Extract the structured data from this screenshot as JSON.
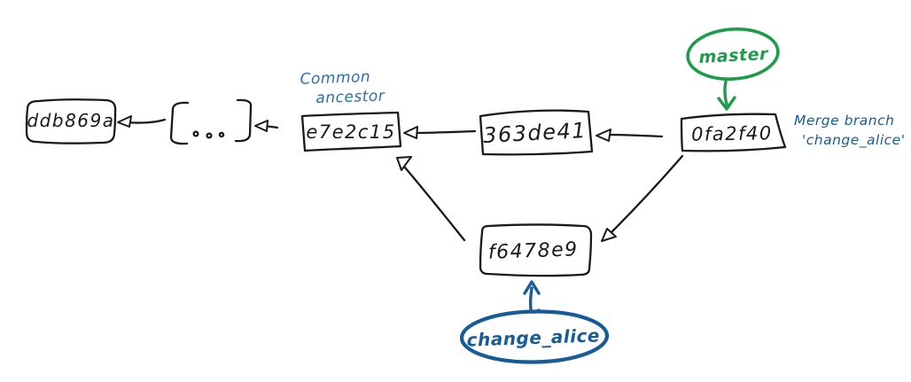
{
  "colors": {
    "ink": "#191919",
    "green": "#1e9b4b",
    "blue": "#175c99",
    "label_blue": "#2a6eb0"
  },
  "commits": {
    "ddb869a": {
      "label": "ddb869a"
    },
    "ellipsis": {
      "label": "[...]"
    },
    "e7e2c15": {
      "label": "e7e2c15"
    },
    "363de41": {
      "label": "363de41"
    },
    "0fa2f40": {
      "label": "0fa2f40"
    },
    "f6478e9": {
      "label": "f6478e9"
    }
  },
  "branches": {
    "master": {
      "label": "master"
    },
    "change_alice": {
      "label": "change_alice"
    }
  },
  "annotations": {
    "common_ancestor": {
      "line1": "Common",
      "line2": "ancestor"
    },
    "merge_note": {
      "line1": "Merge branch",
      "line2": "'change_alice'"
    }
  },
  "edges": [
    {
      "from": "[...]",
      "to": "ddb869a"
    },
    {
      "from": "e7e2c15",
      "to": "[...]"
    },
    {
      "from": "363de41",
      "to": "e7e2c15"
    },
    {
      "from": "0fa2f40",
      "to": "363de41"
    },
    {
      "from": "0fa2f40",
      "to": "f6478e9"
    },
    {
      "from": "f6478e9",
      "to": "e7e2c15"
    },
    {
      "from": "master",
      "to": "0fa2f40"
    },
    {
      "from": "change_alice",
      "to": "f6478e9"
    }
  ]
}
